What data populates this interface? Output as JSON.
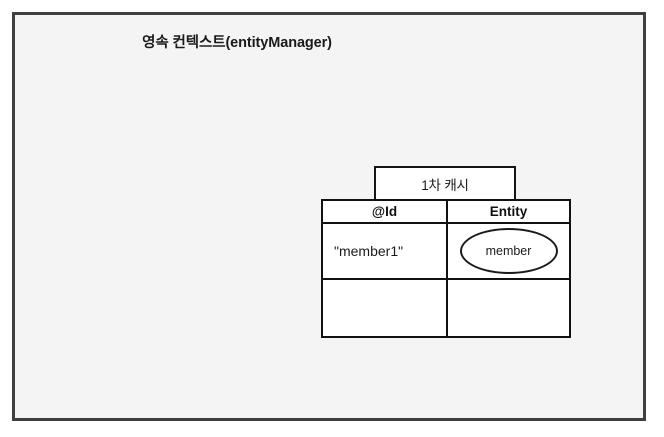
{
  "diagram": {
    "container": {
      "title": "영속 컨텍스트(entityManager)",
      "background_color": "#f4f4f4",
      "border_color": "#3f3f3f"
    },
    "cache": {
      "label": "1차 캐시",
      "table": {
        "columns": [
          "@Id",
          "Entity"
        ],
        "rows": [
          {
            "id": "\"member1\"",
            "entity": "member"
          },
          {
            "id": "",
            "entity": ""
          }
        ]
      }
    },
    "colors": {
      "page_background": "#ffffff",
      "line": "#111111",
      "text": "#1a1a1a"
    }
  }
}
